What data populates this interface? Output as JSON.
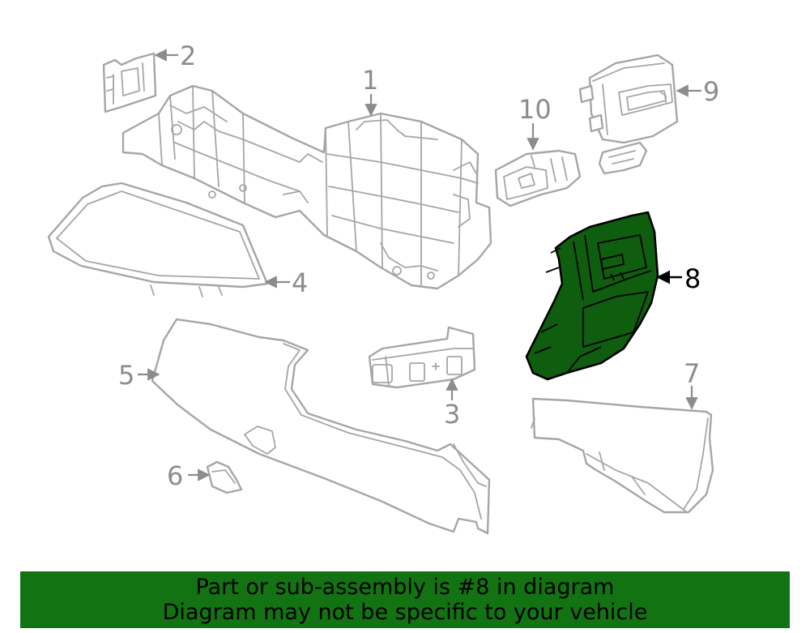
{
  "callouts": {
    "c1": "1",
    "c2": "2",
    "c3": "3",
    "c4": "4",
    "c5": "5",
    "c6": "6",
    "c7": "7",
    "c8": "8",
    "c9": "9",
    "c10": "10"
  },
  "banner": {
    "line1": "Part or sub-assembly is #8 in diagram",
    "line2": "Diagram may not be specific to your vehicle"
  },
  "colors": {
    "highlight_fill": "#0f5d0f",
    "banner_bg": "#137313",
    "part_line": "#a6a6a6"
  }
}
